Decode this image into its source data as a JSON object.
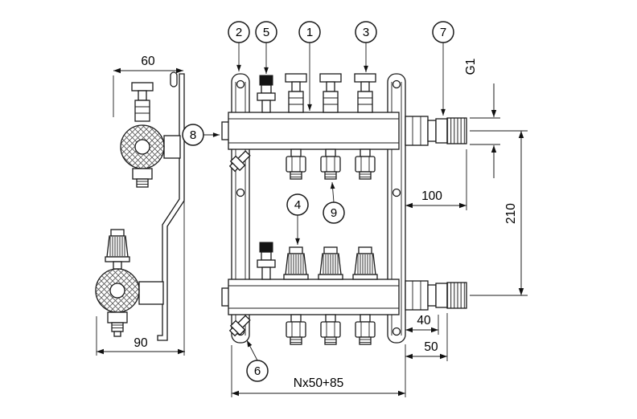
{
  "drawing": {
    "callouts": {
      "c1": "1",
      "c2": "2",
      "c3": "3",
      "c4": "4",
      "c5": "5",
      "c6": "6",
      "c7": "7",
      "c8": "8",
      "c9": "9"
    },
    "dimensions": {
      "depth_top": "60",
      "depth_bottom": "90",
      "thread": "G1",
      "valve_length": "100",
      "port_distance": "210",
      "dim_40": "40",
      "dim_50": "50",
      "total_length": "Nx50+85"
    }
  }
}
